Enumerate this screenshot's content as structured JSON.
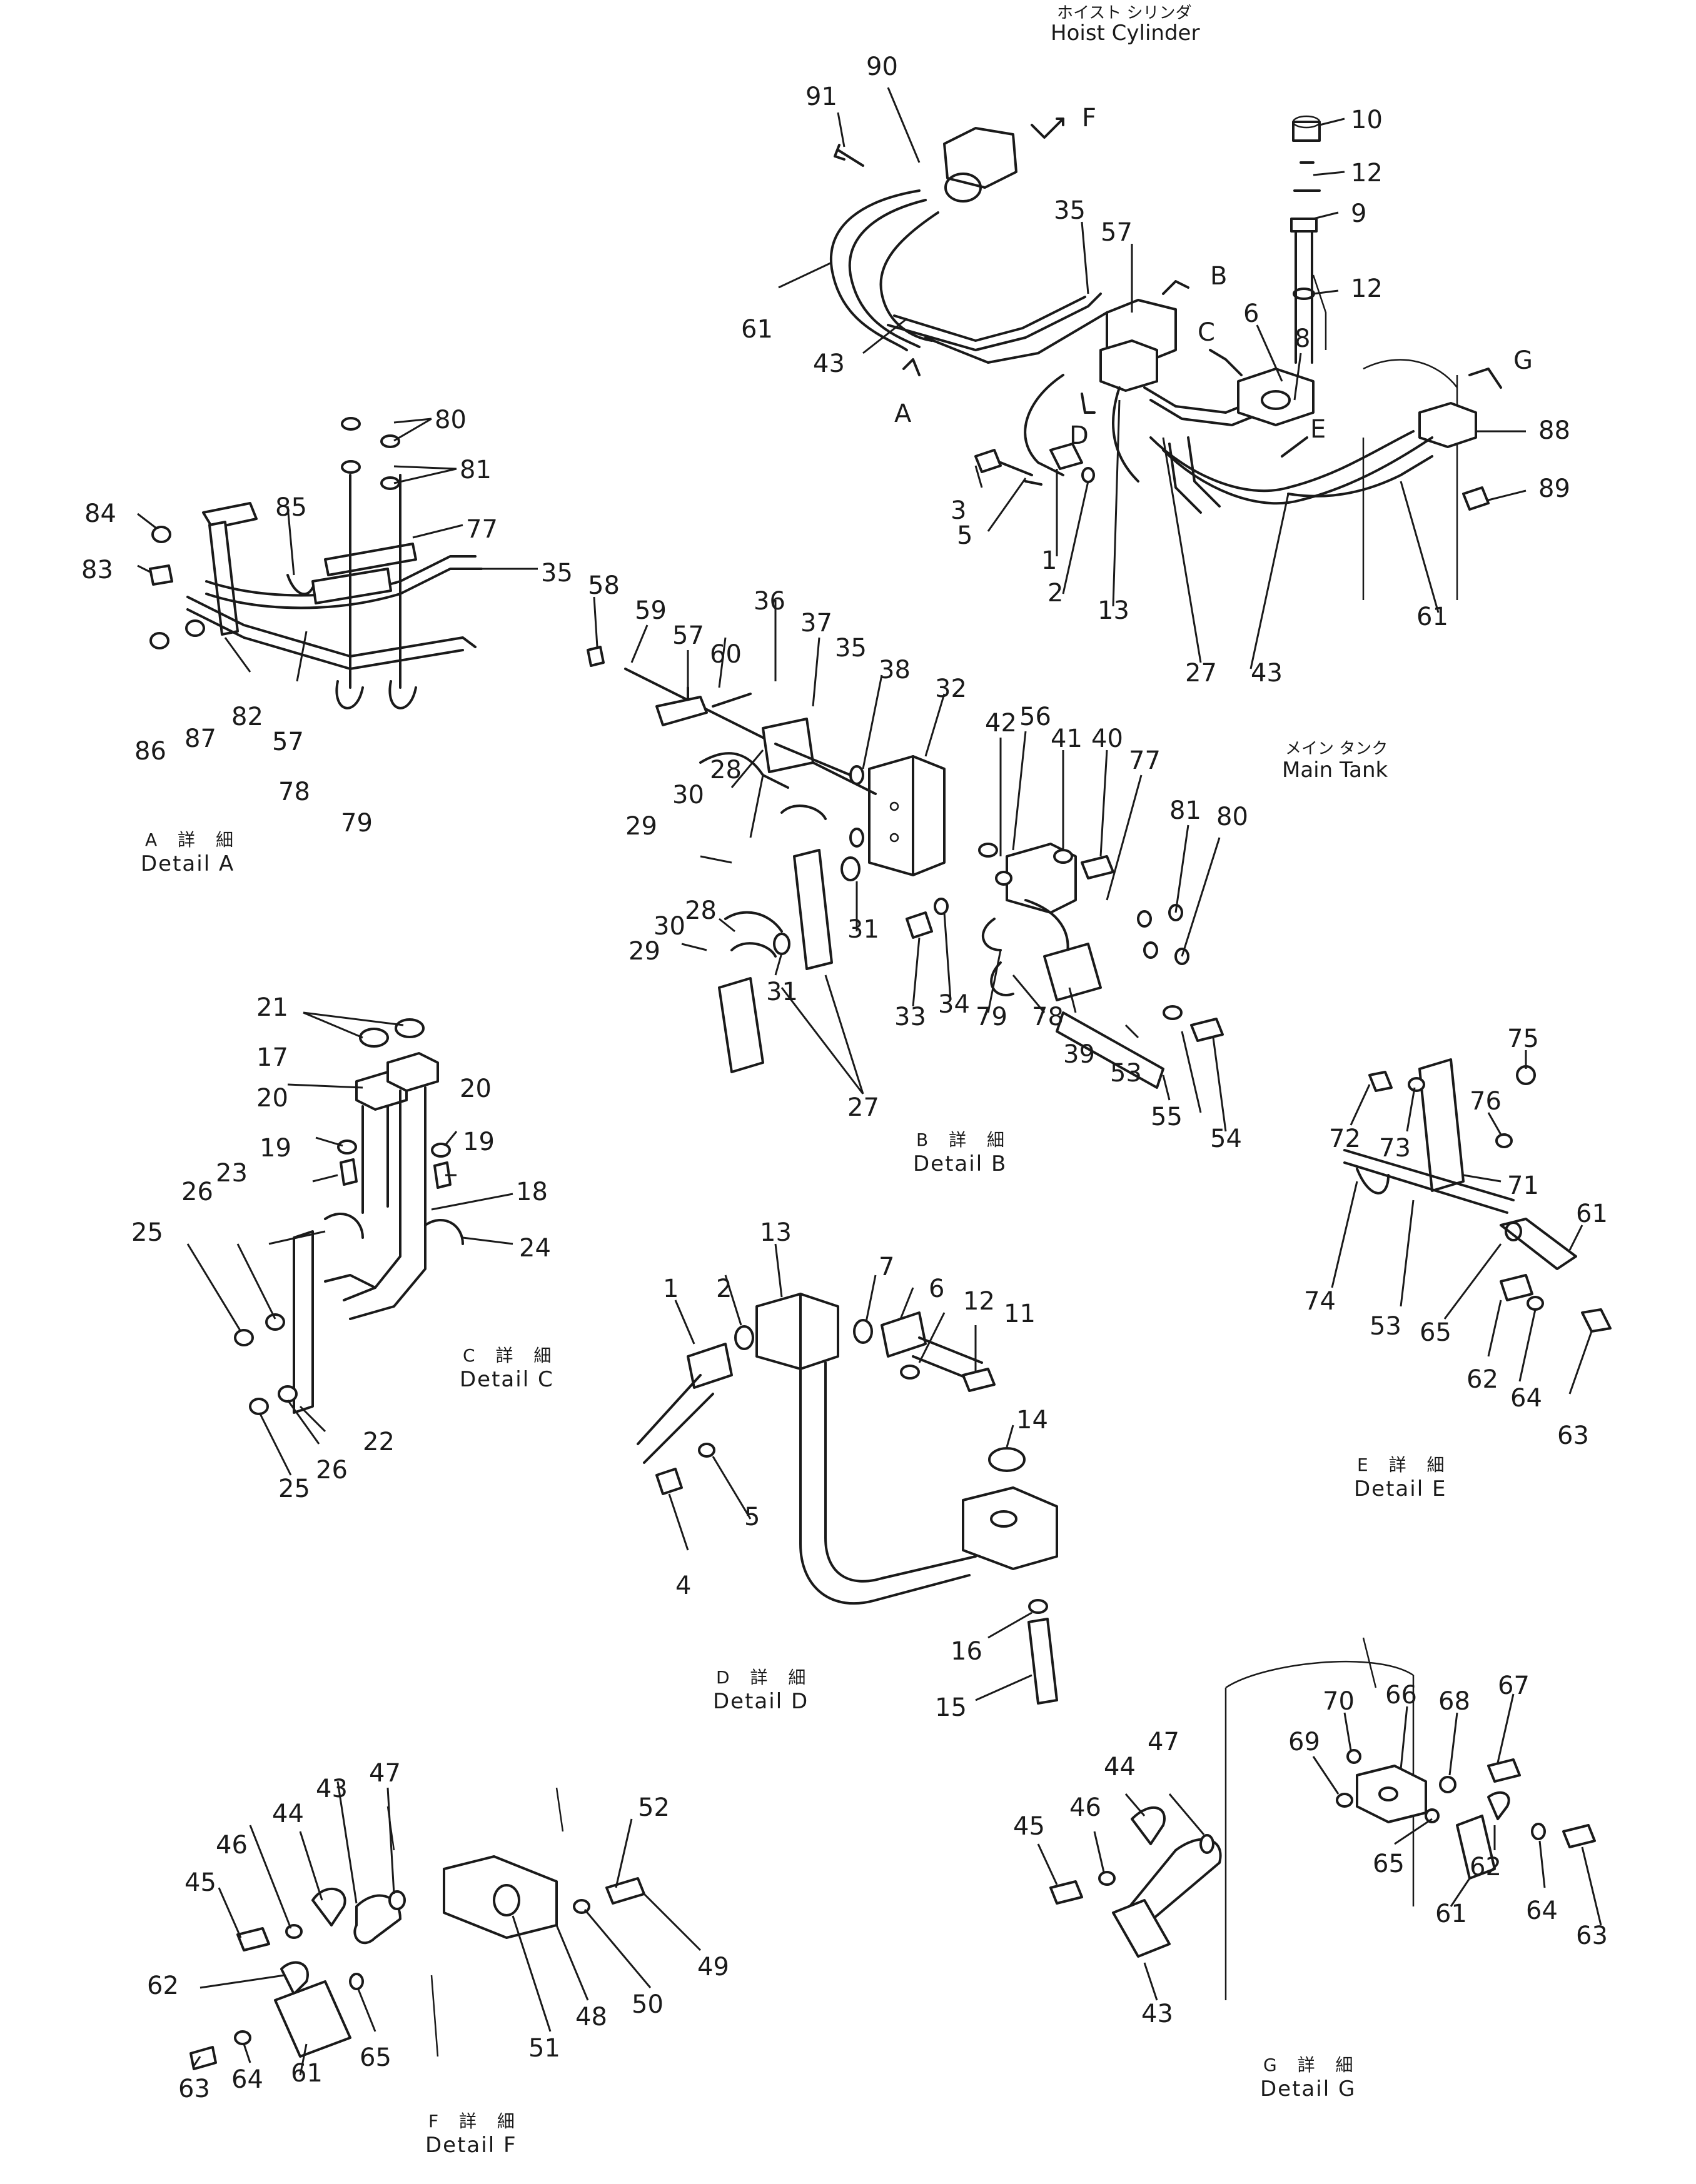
{
  "header": {
    "hoist_jp": "ホイスト シリンダ",
    "hoist_en": "Hoist Cylinder"
  },
  "main_tank": {
    "jp": "メイン タンク",
    "en": "Main Tank"
  },
  "details": [
    {
      "id": "A",
      "jp": "A 詳 細",
      "en": "Detail  A"
    },
    {
      "id": "B",
      "jp": "B 詳 細",
      "en": "Detail  B"
    },
    {
      "id": "C",
      "jp": "C 詳 細",
      "en": "Detail  C"
    },
    {
      "id": "D",
      "jp": "D 詳 細",
      "en": "Detail  D"
    },
    {
      "id": "E",
      "jp": "E 詳 細",
      "en": "Detail  E"
    },
    {
      "id": "F",
      "jp": "F 詳 細",
      "en": "Detail  F"
    },
    {
      "id": "G",
      "jp": "G 詳 細",
      "en": "Detail  G"
    }
  ],
  "callouts": {
    "main": [
      "91",
      "90",
      "F",
      "35",
      "57",
      "B",
      "10",
      "12",
      "9",
      "12",
      "61",
      "43",
      "A",
      "C",
      "6",
      "8",
      "G",
      "D",
      "E",
      "88",
      "89",
      "3",
      "5",
      "1",
      "2",
      "13",
      "27",
      "43",
      "61"
    ],
    "detail_a": [
      "80",
      "81",
      "84",
      "85",
      "77",
      "83",
      "35",
      "86",
      "87",
      "82",
      "57",
      "78",
      "79"
    ],
    "detail_b": [
      "58",
      "59",
      "57",
      "60",
      "36",
      "37",
      "35",
      "38",
      "32",
      "42",
      "56",
      "41",
      "40",
      "77",
      "81",
      "80",
      "28",
      "30",
      "29",
      "31",
      "28",
      "30",
      "29",
      "31",
      "27",
      "33",
      "34",
      "79",
      "78",
      "39",
      "53",
      "55",
      "54"
    ],
    "detail_c": [
      "21",
      "17",
      "20",
      "20",
      "19",
      "19",
      "23",
      "18",
      "26",
      "25",
      "24",
      "26",
      "25",
      "22"
    ],
    "detail_d": [
      "13",
      "2",
      "7",
      "6",
      "12",
      "11",
      "1",
      "14",
      "5",
      "4",
      "16",
      "15"
    ],
    "detail_e": [
      "72",
      "73",
      "75",
      "76",
      "71",
      "61",
      "74",
      "53",
      "65",
      "62",
      "64",
      "63"
    ],
    "detail_f": [
      "47",
      "43",
      "44",
      "46",
      "45",
      "52",
      "49",
      "62",
      "65",
      "51",
      "48",
      "50",
      "63",
      "64",
      "61"
    ],
    "detail_g": [
      "67",
      "70",
      "66",
      "68",
      "69",
      "47",
      "44",
      "46",
      "45",
      "65",
      "62",
      "64",
      "63",
      "61",
      "43"
    ]
  }
}
